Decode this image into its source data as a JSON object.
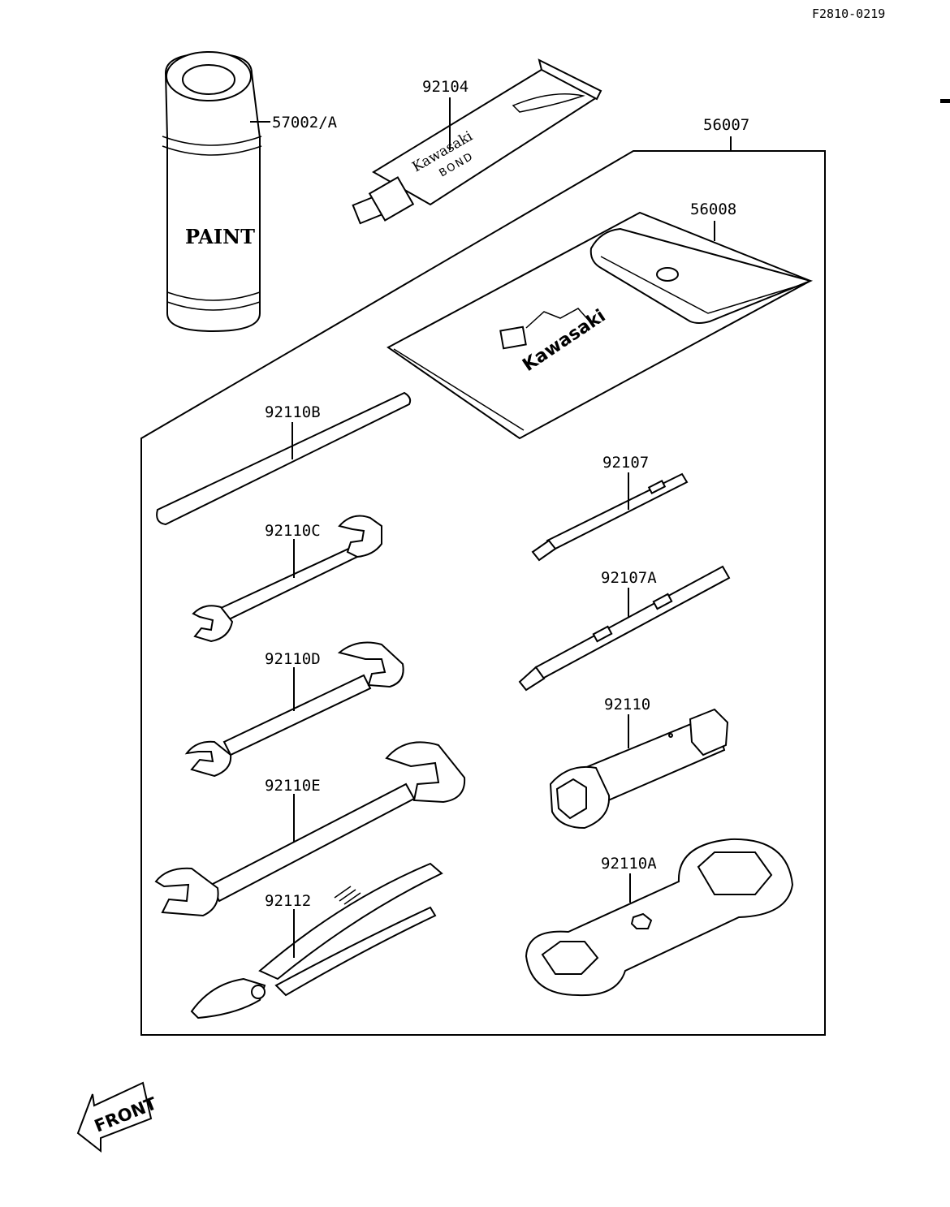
{
  "diagram": {
    "drawing_code": "F2810-0219",
    "callouts": {
      "paint": "57002/A",
      "bond": "92104",
      "tool_kit": "56007",
      "tool_bag": "56008",
      "bar": "92110B",
      "wrench_c": "92110C",
      "wrench_d": "92110D",
      "wrench_e": "92110E",
      "pliers": "92112",
      "screwdriver": "92107",
      "screwdriver_a": "92107A",
      "plug_wrench": "92110",
      "box_wrench": "92110A"
    },
    "product_text": {
      "paint": "PAINT",
      "tube_brand": "Kawasaki",
      "tube_product": "BOND",
      "bag_brand": "Kawasaki"
    },
    "front_arrow": "FRONT"
  }
}
